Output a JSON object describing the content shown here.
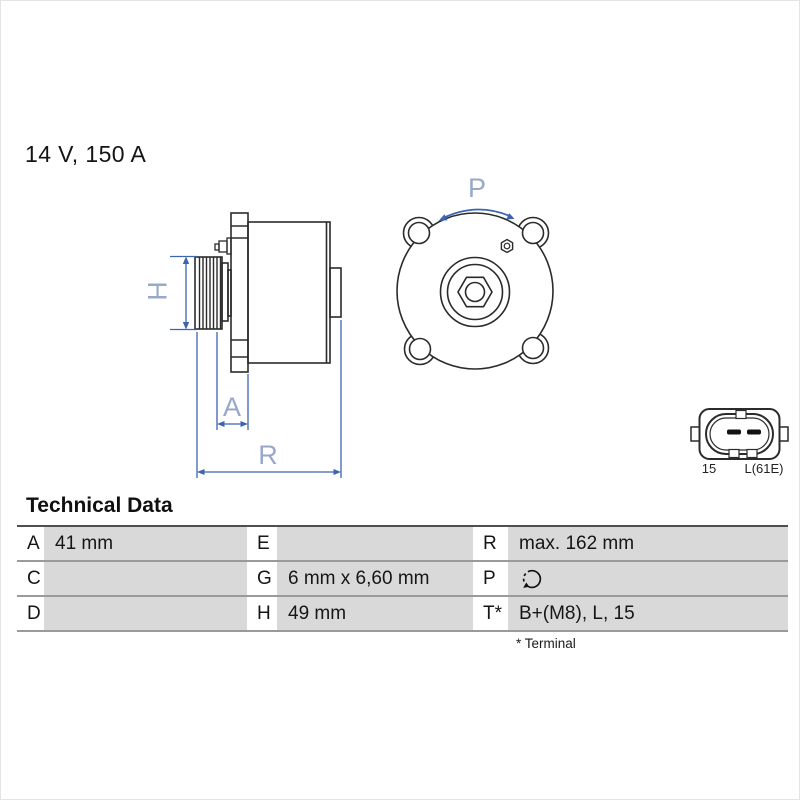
{
  "product": {
    "title": "14 V, 150 A"
  },
  "diagram": {
    "dimension_labels": {
      "h": "H",
      "a": "A",
      "r": "R",
      "p": "P"
    },
    "connector": {
      "left_label": "15",
      "right_label": "L(61E)"
    },
    "icons": [
      "rotation-direction-icon"
    ],
    "colors": {
      "drawing_line": "#2b2b2b",
      "dimension_line": "#3c64b0",
      "dimension_label": "#97a8ca"
    }
  },
  "table": {
    "heading": "Technical Data",
    "rows": [
      {
        "cells": [
          {
            "key": "A",
            "value": "41 mm"
          },
          {
            "key": "E",
            "value": ""
          },
          {
            "key": "R",
            "value": "max. 162 mm"
          }
        ]
      },
      {
        "cells": [
          {
            "key": "C",
            "value": ""
          },
          {
            "key": "G",
            "value": "6 mm x 6,60 mm"
          },
          {
            "key": "P",
            "value": "",
            "icon": "rotation-direction-icon"
          }
        ]
      },
      {
        "cells": [
          {
            "key": "D",
            "value": ""
          },
          {
            "key": "H",
            "value": "49 mm"
          },
          {
            "key": "T*",
            "value": "B+(M8), L, 15"
          }
        ]
      }
    ],
    "footnote": "* Terminal",
    "colors": {
      "value_cell_bg": "#d9d9d9",
      "rule_dark": "#4f4f4f",
      "rule_gray": "#9a9a9a"
    }
  }
}
